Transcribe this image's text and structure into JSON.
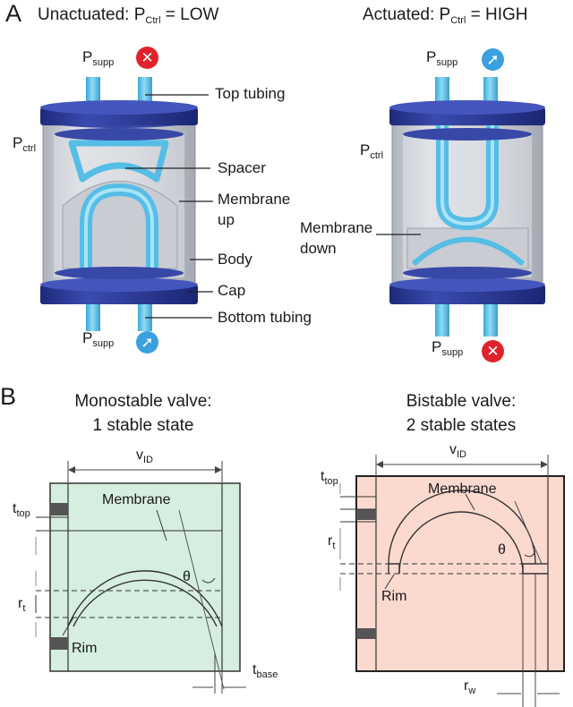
{
  "panel_a": {
    "letter": "A",
    "left": {
      "title_prefix": "Unactuated: P",
      "title_sub": "Ctrl",
      "title_suffix": " = LOW",
      "p_supp_top": "P",
      "p_supp_top_sub": "supp",
      "p_ctrl": "P",
      "p_ctrl_sub": "ctrl",
      "p_supp_bottom": "P",
      "p_supp_bottom_sub": "supp",
      "top_icon": "close-icon",
      "bottom_icon": "open-arrow-icon"
    },
    "right": {
      "title_prefix": "Actuated: P",
      "title_sub": "Ctrl",
      "title_suffix": " = HIGH",
      "p_supp_top": "P",
      "p_supp_top_sub": "supp",
      "p_ctrl": "P",
      "p_ctrl_sub": "ctrl",
      "p_supp_bottom": "P",
      "p_supp_bottom_sub": "supp",
      "top_icon": "open-arrow-icon",
      "bottom_icon": "close-icon"
    },
    "callouts": {
      "top_tubing": "Top tubing",
      "spacer": "Spacer",
      "membrane_up_1": "Membrane",
      "membrane_up_2": "up",
      "body": "Body",
      "cap": "Cap",
      "bottom_tubing": "Bottom tubing",
      "membrane_down_1": "Membrane",
      "membrane_down_2": "down"
    }
  },
  "panel_b": {
    "letter": "B",
    "left": {
      "title_1": "Monostable valve:",
      "title_2": "1 stable state",
      "v_id": "v",
      "v_id_sub": "ID",
      "t_top": "t",
      "t_top_sub": "top",
      "r_t": "r",
      "r_t_sub": "t",
      "membrane": "Membrane",
      "theta": "θ",
      "rim": "Rim",
      "t_base": "t",
      "t_base_sub": "base"
    },
    "right": {
      "title_1": "Bistable valve:",
      "title_2": "2 stable states",
      "v_id": "v",
      "v_id_sub": "ID",
      "t_top": "t",
      "t_top_sub": "top",
      "r_t": "r",
      "r_t_sub": "t",
      "membrane": "Membrane",
      "theta": "θ",
      "rim": "Rim",
      "r_w": "r",
      "r_w_sub": "w"
    }
  },
  "colors": {
    "cap_blue": "#2f3f9e",
    "tubing_blue": "#5fc3e8",
    "body_gray": "#c9ccd3",
    "closed_red": "#e2222b",
    "open_blue": "#3aa0de",
    "mono_fill": "#d5eedf",
    "bi_fill": "#fbd9cf"
  }
}
